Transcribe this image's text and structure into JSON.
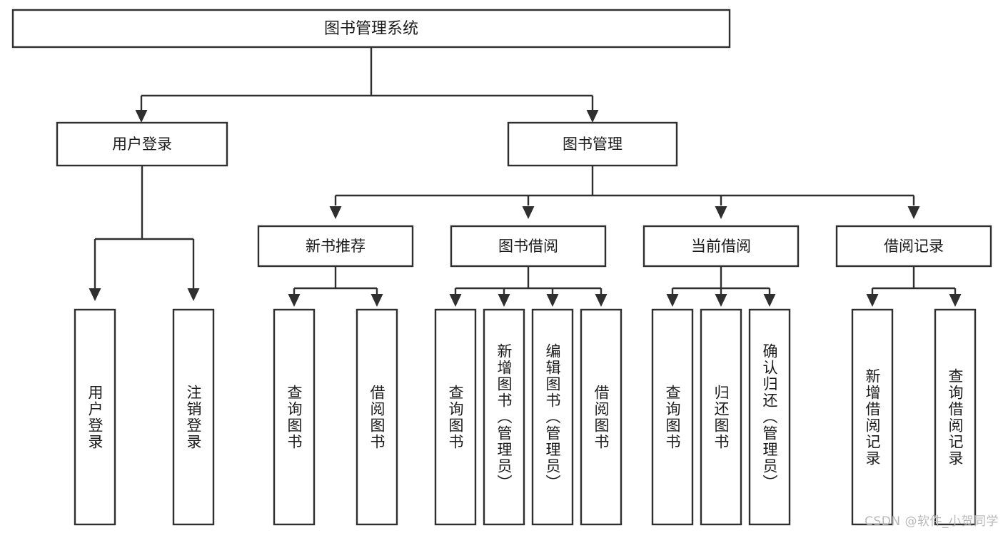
{
  "diagram": {
    "type": "tree",
    "title": "图书管理系统",
    "watermark": "CSDN @软件_小贺同学",
    "colors": {
      "background": "#ffffff",
      "box_fill": "#ffffff",
      "box_stroke": "#2f2f2f",
      "connector": "#2f2f2f",
      "text": "#1b1b1b",
      "watermark": "#b9b9b9"
    },
    "levels": {
      "root": "图书管理系统",
      "level2": [
        "用户登录",
        "图书管理"
      ],
      "level3": [
        "新书推荐",
        "图书借阅",
        "当前借阅",
        "借阅记录"
      ]
    },
    "nodes": {
      "root": {
        "label": "图书管理系统"
      },
      "user_login": {
        "label": "用户登录"
      },
      "book_manage": {
        "label": "图书管理"
      },
      "new_book_rec": {
        "label": "新书推荐"
      },
      "book_borrow": {
        "label": "图书借阅"
      },
      "current_borrow": {
        "label": "当前借阅"
      },
      "borrow_record": {
        "label": "借阅记录"
      }
    },
    "leaves": {
      "user_login": [
        {
          "label": "用户登录"
        },
        {
          "label": "注销登录"
        }
      ],
      "new_book_rec": [
        {
          "label": "查询图书"
        },
        {
          "label": "借阅图书"
        }
      ],
      "book_borrow": [
        {
          "label": "查询图书"
        },
        {
          "label": "新增图书（管理员）"
        },
        {
          "label": "编辑图书（管理员）"
        },
        {
          "label": "借阅图书"
        }
      ],
      "current_borrow": [
        {
          "label": "查询图书"
        },
        {
          "label": "归还图书"
        },
        {
          "label": "确认归还（管理员）"
        }
      ],
      "borrow_record": [
        {
          "label": "新增借阅记录"
        },
        {
          "label": "查询借阅记录"
        }
      ]
    },
    "edges": [
      {
        "from": "图书管理系统",
        "to": "用户登录"
      },
      {
        "from": "图书管理系统",
        "to": "图书管理"
      },
      {
        "from": "用户登录",
        "to": "用户登录"
      },
      {
        "from": "用户登录",
        "to": "注销登录"
      },
      {
        "from": "图书管理",
        "to": "新书推荐"
      },
      {
        "from": "图书管理",
        "to": "图书借阅"
      },
      {
        "from": "图书管理",
        "to": "当前借阅"
      },
      {
        "from": "图书管理",
        "to": "借阅记录"
      },
      {
        "from": "新书推荐",
        "to": "查询图书"
      },
      {
        "from": "新书推荐",
        "to": "借阅图书"
      },
      {
        "from": "图书借阅",
        "to": "查询图书"
      },
      {
        "from": "图书借阅",
        "to": "新增图书（管理员）"
      },
      {
        "from": "图书借阅",
        "to": "编辑图书（管理员）"
      },
      {
        "from": "图书借阅",
        "to": "借阅图书"
      },
      {
        "from": "当前借阅",
        "to": "查询图书"
      },
      {
        "from": "当前借阅",
        "to": "归还图书"
      },
      {
        "from": "当前借阅",
        "to": "确认归还（管理员）"
      },
      {
        "from": "借阅记录",
        "to": "新增借阅记录"
      },
      {
        "from": "借阅记录",
        "to": "查询借阅记录"
      }
    ]
  }
}
